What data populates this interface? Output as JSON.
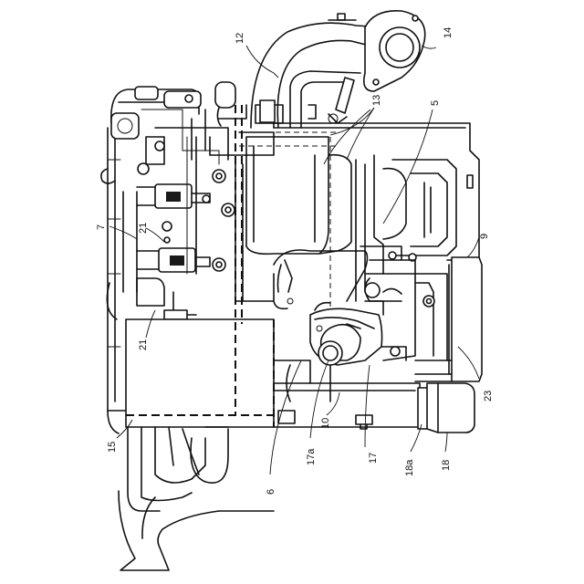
{
  "figure": {
    "labels": {
      "l5": "5",
      "l6": "6",
      "l7": "7",
      "l9": "9",
      "l10": "10",
      "l12": "12",
      "l13": "13",
      "l14": "14",
      "l15": "15",
      "l17": "17",
      "l17a": "17a",
      "l18": "18",
      "l18a": "18a",
      "l21a": "21",
      "l21b": "21",
      "l23": "23"
    }
  }
}
